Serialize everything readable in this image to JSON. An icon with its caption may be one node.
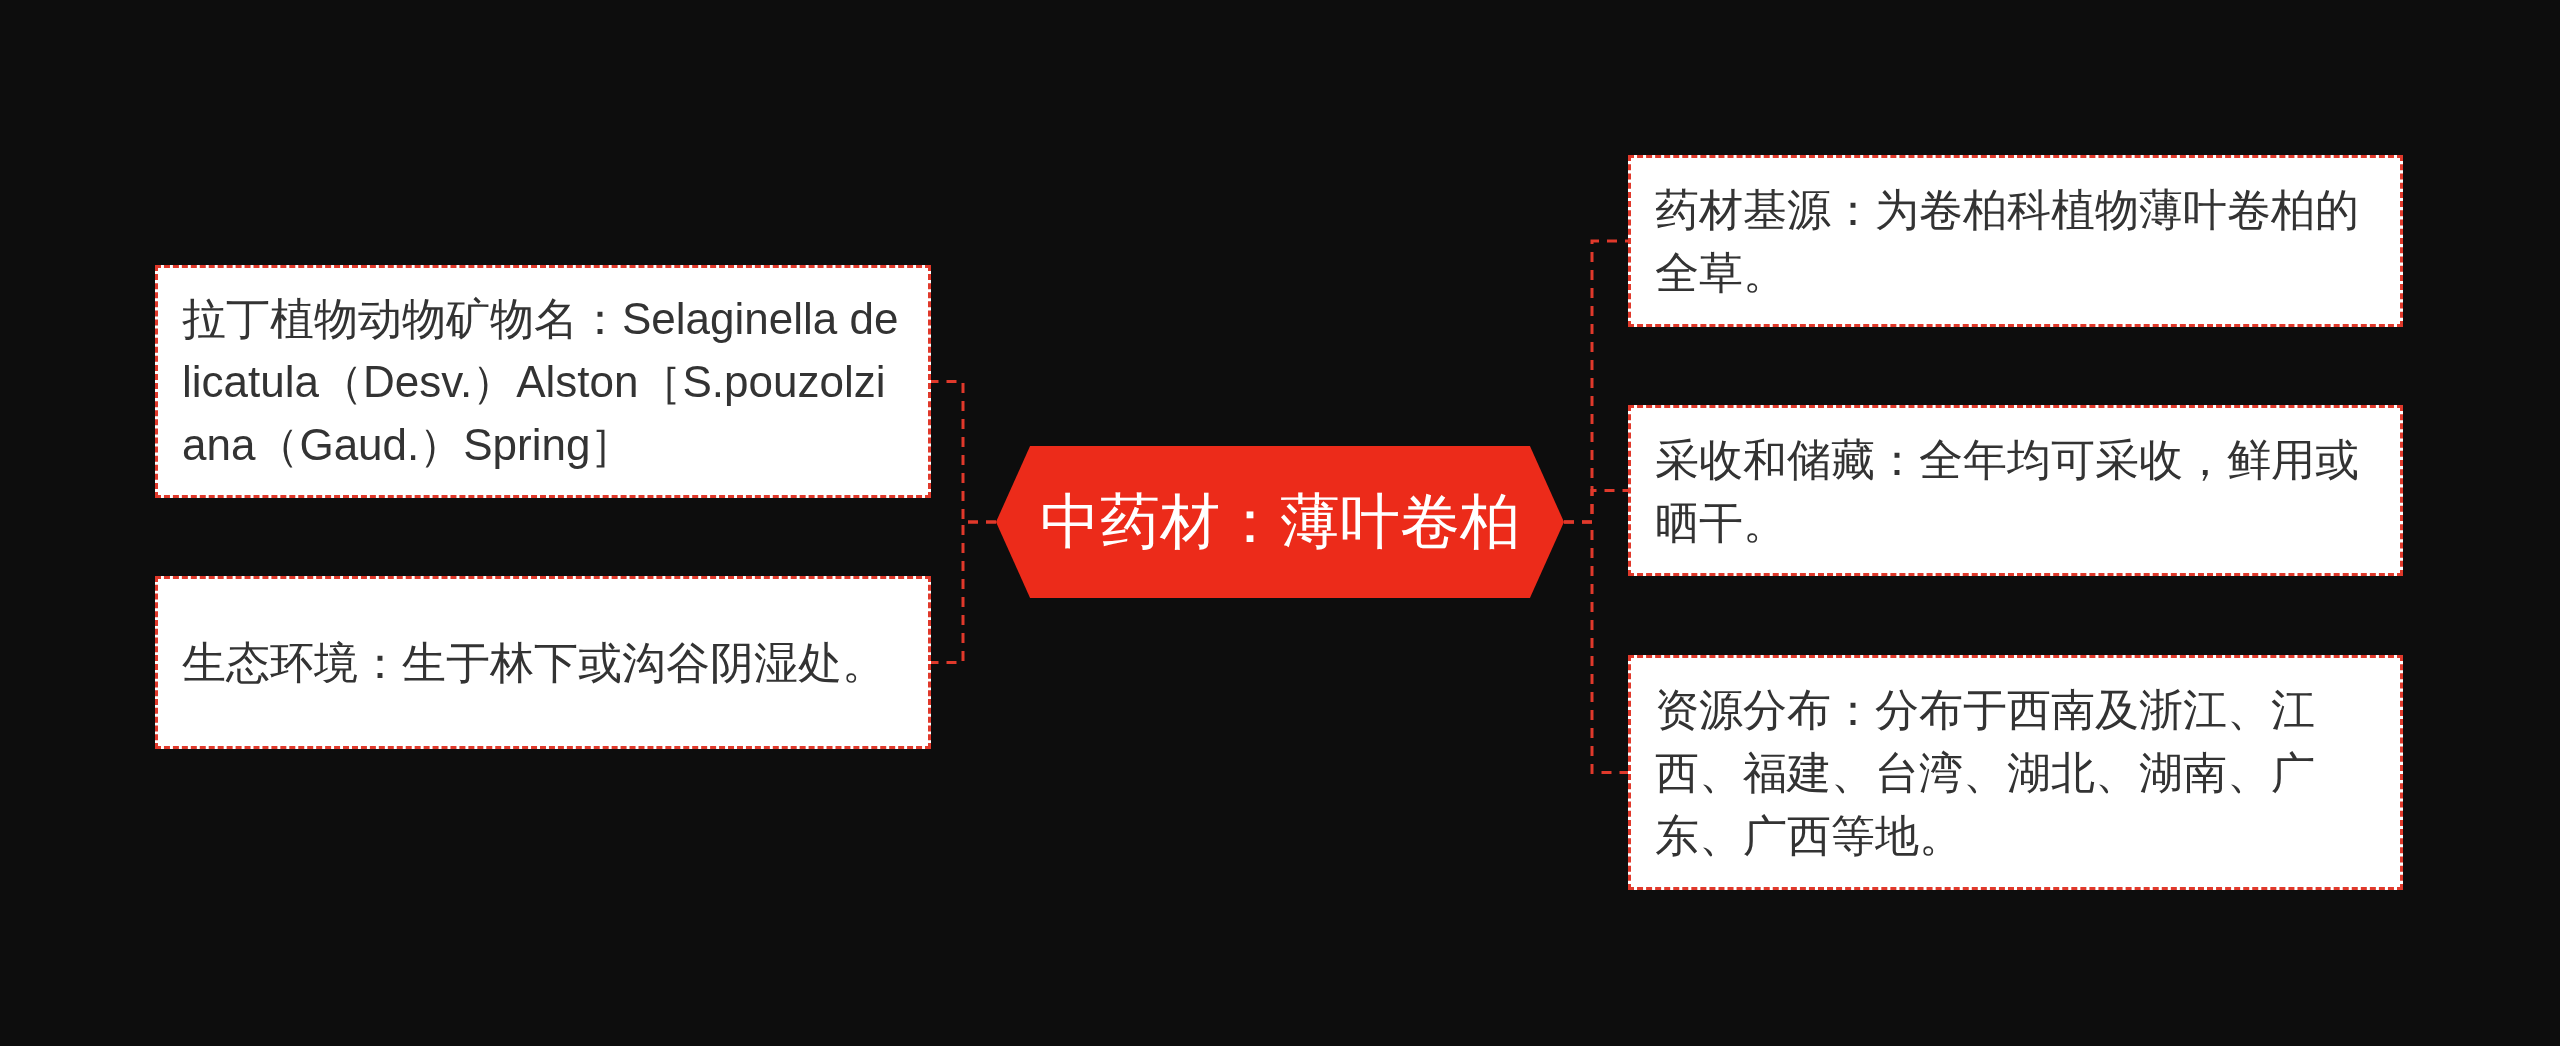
{
  "diagram": {
    "nodes": [
      {
        "text": [
          "中药材：薄叶卷柏"
        ]
      },
      {
        "text": [
          "拉丁植物动物矿物名：Selaginella delicatula（Desv.）Alston［S.pouzolziana（Gaud.）Spring］"
        ]
      },
      {
        "text": [
          "生态环境：生于林下或沟谷阴湿处。"
        ]
      },
      {
        "text": [
          "药材基源：为卷柏科植物薄叶卷柏的全草。"
        ]
      },
      {
        "text": [
          "采收和储藏：全年均可采收，鲜用或晒干。"
        ]
      },
      {
        "text": [
          "资源分布：分布于西南及浙江、江西、福建、台湾、湖北、湖南、广东、广西等地。"
        ]
      }
    ],
    "edges": [
      {
        "from": 0,
        "to": 1,
        "arrow": "none",
        "style": "dashed"
      },
      {
        "from": 0,
        "to": 2,
        "arrow": "none",
        "style": "dashed"
      },
      {
        "from": 0,
        "to": 3,
        "arrow": "none",
        "style": "dashed"
      },
      {
        "from": 0,
        "to": 4,
        "arrow": "none",
        "style": "dashed"
      },
      {
        "from": 0,
        "to": 5,
        "arrow": "none",
        "style": "dashed"
      }
    ]
  }
}
